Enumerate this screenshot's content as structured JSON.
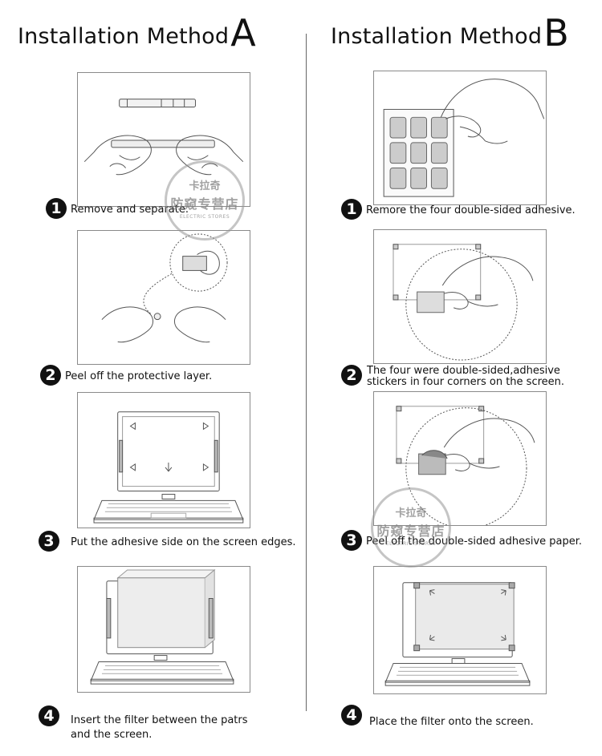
{
  "titles": {
    "a_text": "Installation Method",
    "a_letter": "A",
    "b_text": "Installation Method",
    "b_letter": "B"
  },
  "method_a": {
    "steps": [
      {
        "num": "1",
        "text": "Remove and separate."
      },
      {
        "num": "2",
        "text": "Peel off the protective layer."
      },
      {
        "num": "3",
        "text": "Put  the adhesive side on the screen edges."
      },
      {
        "num": "4",
        "text": "Insert the filter between the patrs",
        "text2": "and the  screen."
      }
    ]
  },
  "method_b": {
    "steps": [
      {
        "num": "1",
        "text": "Remore the four double-sided adhesive."
      },
      {
        "num": "2",
        "text": "The four were double-sided,adhesive",
        "text2": "stickers in four corners on the screen."
      },
      {
        "num": "3",
        "text": "Peel off the double-sided adhesive paper."
      },
      {
        "num": "4",
        "text": "Place  the filter onto the screen."
      }
    ]
  },
  "watermark": {
    "line1": "卡拉奇",
    "line2": "防窥专营店",
    "line3": "ELECTRIC STORES"
  }
}
